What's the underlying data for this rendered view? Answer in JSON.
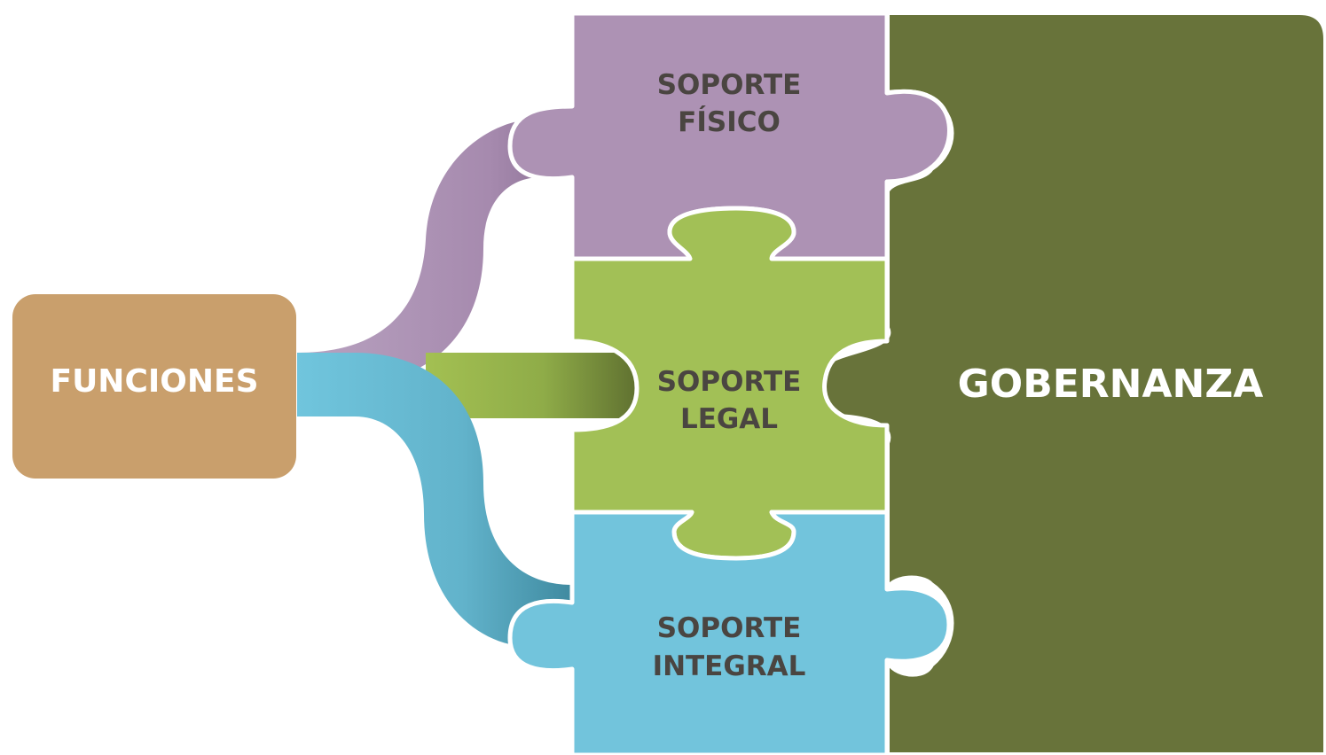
{
  "diagram": {
    "source": {
      "label": "FUNCIONES",
      "color": "#c99f6c",
      "text_color": "#ffffff"
    },
    "pieces": [
      {
        "line1": "SOPORTE",
        "line2": "FÍSICO",
        "color": "#ad92b4",
        "connector_color": "#b39bbb"
      },
      {
        "line1": "SOPORTE",
        "line2": "LEGAL",
        "color": "#a2c056",
        "connector_color": "#9cba4f"
      },
      {
        "line1": "SOPORTE",
        "line2": "INTEGRAL",
        "color": "#72c4dc",
        "connector_color": "#6fc3db"
      }
    ],
    "piece_text_color": "#4a4541",
    "target": {
      "label": "GOBERNANZA",
      "color": "#68733a",
      "text_color": "#ffffff"
    }
  }
}
